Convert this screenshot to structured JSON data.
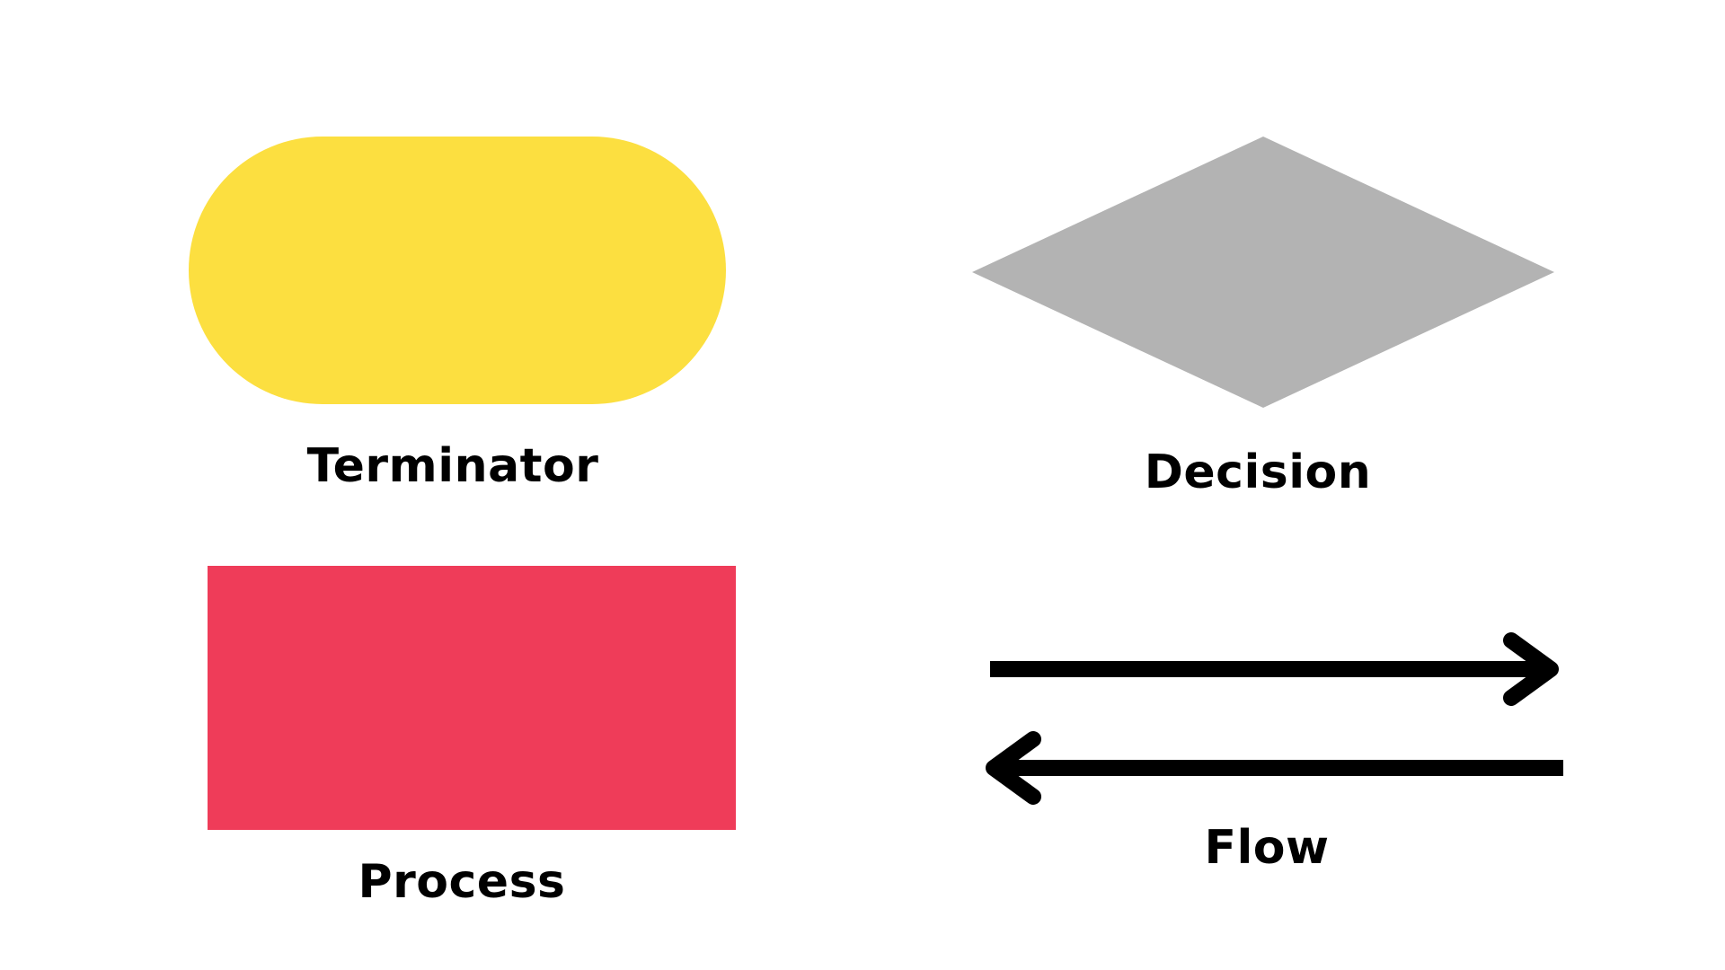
{
  "diagram": {
    "items": [
      {
        "id": "terminator",
        "label": "Terminator",
        "shape": "rounded-rectangle",
        "color": "#FCDF40"
      },
      {
        "id": "decision",
        "label": "Decision",
        "shape": "diamond",
        "color": "#B3B3B3"
      },
      {
        "id": "process",
        "label": "Process",
        "shape": "rectangle",
        "color": "#EF3C59"
      },
      {
        "id": "flow",
        "label": "Flow",
        "shape": "arrows",
        "color": "#000000",
        "arrows": [
          "right",
          "left"
        ]
      }
    ]
  }
}
